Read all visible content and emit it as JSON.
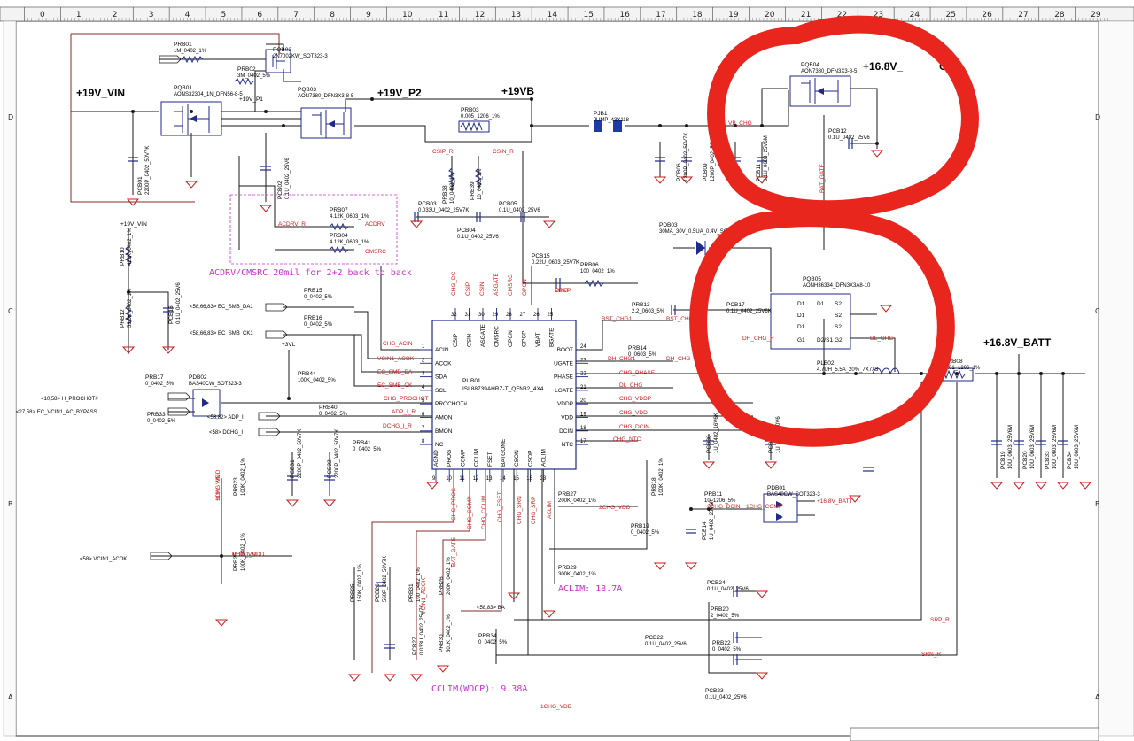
{
  "ruler": {
    "columns": [
      "0",
      "1",
      "2",
      "3",
      "4",
      "5",
      "6",
      "7",
      "8",
      "9",
      "10",
      "11",
      "12",
      "13",
      "14",
      "15",
      "16",
      "17",
      "18",
      "19",
      "20",
      "21",
      "22",
      "23",
      "24",
      "25",
      "26",
      "27",
      "28",
      "29"
    ],
    "rows": [
      "D",
      "C",
      "B",
      "A"
    ]
  },
  "nets": {
    "vin": "+19V_VIN",
    "p2": "+19V_P2",
    "vb": "+19VB",
    "chg": "+16.8V_",
    "chg_tail": "CHG",
    "batt": "+16.8V_BATT",
    "p1": "+19V_P1",
    "vin_small": "+19V_VIN",
    "v3vl": "+3VL"
  },
  "annotations": {
    "acdrv_note": "ACDRV/CMSRC 20mil for 2+2 back to back",
    "aclim": "ACLIM: 18.7A",
    "cclim": "CCLIM(WOCP): 9.38A"
  },
  "ic": {
    "ref": "PUB01",
    "part": "ISL88739AHRZ-T_QFN32_4X4",
    "left_pins": [
      {
        "num": "1",
        "name": "ACIN"
      },
      {
        "num": "2",
        "name": "ACOK"
      },
      {
        "num": "3",
        "name": "SDA"
      },
      {
        "num": "4",
        "name": "SCL"
      },
      {
        "num": "5",
        "name": "PROCHOT#"
      },
      {
        "num": "6",
        "name": "AMON"
      },
      {
        "num": "7",
        "name": "BMON"
      },
      {
        "num": "8",
        "name": "NC"
      }
    ],
    "right_pins": [
      {
        "num": "24",
        "name": "BOOT"
      },
      {
        "num": "23",
        "name": "UGATE"
      },
      {
        "num": "22",
        "name": "PHASE"
      },
      {
        "num": "21",
        "name": "LGATE"
      },
      {
        "num": "20",
        "name": "VDDP"
      },
      {
        "num": "19",
        "name": "VDD"
      },
      {
        "num": "18",
        "name": "DCIN"
      },
      {
        "num": "17",
        "name": "NTC"
      }
    ],
    "top_pins": [
      {
        "num": "32",
        "name": "CSIP"
      },
      {
        "num": "31",
        "name": "CSIN"
      },
      {
        "num": "30",
        "name": "ASGATE"
      },
      {
        "num": "29",
        "name": "CMSRC"
      },
      {
        "num": "28",
        "name": "OPCN"
      },
      {
        "num": "27",
        "name": "OPCP"
      },
      {
        "num": "26",
        "name": "VBAT"
      },
      {
        "num": "25",
        "name": "BGATE"
      }
    ],
    "bottom_pins": [
      {
        "num": "9",
        "name": "AGND"
      },
      {
        "num": "10",
        "name": "PROG"
      },
      {
        "num": "11",
        "name": "COMP"
      },
      {
        "num": "12",
        "name": "CCLIM"
      },
      {
        "num": "13",
        "name": "FSET"
      },
      {
        "num": "14",
        "name": "BATGONE"
      },
      {
        "num": "15",
        "name": "CSON"
      },
      {
        "num": "16",
        "name": "CSOP"
      },
      {
        "num": "33",
        "name": "ACLIM"
      }
    ]
  },
  "components": [
    {
      "ref": "PRB01",
      "value": "1M_0402_1%"
    },
    {
      "ref": "PQB02",
      "value": "2N7002KW_SOT323-3"
    },
    {
      "ref": "PRB02",
      "value": "3M_0402_5%"
    },
    {
      "ref": "PQB01",
      "value": "AONS32304_1N_DFN56-8-5"
    },
    {
      "ref": "PQB03",
      "value": "AON7380_DFN3X3-8-5"
    },
    {
      "ref": "PRB03",
      "value": "0.005_1206_1%"
    },
    {
      "ref": "PJB1",
      "value": "JUMP_43X118"
    },
    {
      "ref": "PQB04",
      "value": "AON7380_DFN3X3-8-5"
    },
    {
      "ref": "PCB12",
      "value": "0.1U_0402_25V6"
    },
    {
      "ref": "PCB01",
      "value": "2200P_0402_50V7K"
    },
    {
      "ref": "PCB02",
      "value": "0.1U_0402_25V6"
    },
    {
      "ref": "PRB07",
      "value": "4.12K_0603_1%"
    },
    {
      "ref": "PRB04",
      "value": "4.12K_0603_1%"
    },
    {
      "ref": "PRB38",
      "value": "10_0402_1%"
    },
    {
      "ref": "PRB39",
      "value": "10_0402_1%"
    },
    {
      "ref": "PCB03",
      "value": "0.033U_0402_25V7K"
    },
    {
      "ref": "PCB04",
      "value": "0.1U_0402_25V6"
    },
    {
      "ref": "PCB05",
      "value": "0.1U_0402_25V6"
    },
    {
      "ref": "PCB06",
      "value": "1200P_0402_50V7K"
    },
    {
      "ref": "PCB09",
      "value": "1200P_0402_50V7K"
    },
    {
      "ref": "PCB11",
      "value": "0.1U_0603_25V6M"
    },
    {
      "ref": "PDB03",
      "value": "30MA_30V_0.5UA_0.4V_SOD323"
    },
    {
      "ref": "PCB15",
      "value": "0.22U_0603_25V7K"
    },
    {
      "ref": "PRB06",
      "value": "100_0402_1%"
    },
    {
      "ref": "PRB10",
      "value": "422K_0402_1%"
    },
    {
      "ref": "PRB12",
      "value": "53.6K_0402_1%"
    },
    {
      "ref": "PCB16",
      "value": "0.1U_0402_25V6"
    },
    {
      "ref": "PRB15",
      "value": "0_0402_5%"
    },
    {
      "ref": "PRB16",
      "value": "0_0402_5%"
    },
    {
      "ref": "PRB44",
      "value": "100K_0402_5%"
    },
    {
      "ref": "PRB17",
      "value": "0_0402_5%"
    },
    {
      "ref": "PDB02",
      "value": "BAS40CW_SOT323-3"
    },
    {
      "ref": "PRB33",
      "value": "0_0402_5%"
    },
    {
      "ref": "PRB40",
      "value": "0_0402_5%"
    },
    {
      "ref": "PRB41",
      "value": "0_0402_5%"
    },
    {
      "ref": "PQB05",
      "value": "AONH36334_DFN3X3A8-10"
    },
    {
      "ref": "PRB13",
      "value": "2.2_0603_5%"
    },
    {
      "ref": "PRB14",
      "value": "0_0603_5%"
    },
    {
      "ref": "PCB17",
      "value": "0.1U_0402_25V6K"
    },
    {
      "ref": "PLB02",
      "value": "4.7UH_5.5A_20%_7X7X3"
    },
    {
      "ref": "PRB08",
      "value": "0.01_1206_1%"
    },
    {
      "ref": "PCB31",
      "value": "2200P_0402_50V7K"
    },
    {
      "ref": "PCB32",
      "value": "2200P_0402_50V7K"
    },
    {
      "ref": "PCB30",
      "value": "1U_0402_16V6K"
    },
    {
      "ref": "PCB29",
      "value": "1U_0402_10V6"
    },
    {
      "ref": "PCB19",
      "value": "10U_0603_25V6M"
    },
    {
      "ref": "PCB20",
      "value": "10U_0603_25V6M"
    },
    {
      "ref": "PCB33",
      "value": "10U_0603_25V6M"
    },
    {
      "ref": "PCB34",
      "value": "10U_0603_25V6M"
    },
    {
      "ref": "PRB27",
      "value": "200K_0402_1%"
    },
    {
      "ref": "PRB18",
      "value": "100K_0402_1%"
    },
    {
      "ref": "PRB19",
      "value": "0_0402_5%"
    },
    {
      "ref": "PRB11",
      "value": "10_1206_5%"
    },
    {
      "ref": "PCB14",
      "value": "1U_0402_25V6K"
    },
    {
      "ref": "PDB01",
      "value": "BAS40CW_SOT323-3"
    },
    {
      "ref": "PRB23",
      "value": "100K_0402_1%"
    },
    {
      "ref": "PRB25",
      "value": "100K_0402_1%"
    },
    {
      "ref": "PRB29",
      "value": "300K_0402_1%"
    },
    {
      "ref": "PRB35",
      "value": "150K_0402_1%"
    },
    {
      "ref": "PCB26",
      "value": "560P_0402_50V7K"
    },
    {
      "ref": "PRB31",
      "value": "100_0402_1%"
    },
    {
      "ref": "PCB27",
      "value": "0.033U_0402_25V7K"
    },
    {
      "ref": "PRB26",
      "value": "200K_0402_1%"
    },
    {
      "ref": "PRB30",
      "value": "301K_0402_1%"
    },
    {
      "ref": "PRB34",
      "value": "0_0402_5%"
    },
    {
      "ref": "PCB24",
      "value": "0.1U_0402_25V6"
    },
    {
      "ref": "PRB20",
      "value": "2_0402_5%"
    },
    {
      "ref": "PCB22",
      "value": "0.1U_0402_25V6"
    },
    {
      "ref": "PRB22",
      "value": "0_0402_5%"
    },
    {
      "ref": "PCB23",
      "value": "0.1U_0402_25V6"
    }
  ],
  "offpage": [
    "<58,66,83> EC_SMB_DA1",
    "<58,66,83> EC_SMB_CK1",
    "<10,58> H_PROCHOT#",
    "<27,58> EC_VCIN1_AC_BYPASS",
    "<58,82> ADP_I",
    "<58> DCHG_I",
    "<58> VCIN1_ACOK",
    "<58,83> BA"
  ],
  "signals": [
    "CSIP_R",
    "CSIN_R",
    "ACDRV_R",
    "ACDRV",
    "CMSRC",
    "VB_CHG",
    "BAT_GATE",
    "CHG_ACIN",
    "VCIN1_ACOK",
    "EC_SMB_DA",
    "EC_SMB_CK",
    "CHG_PROCHOT",
    "ADP_I_R",
    "DCHG_I_R",
    "BST_CHG1",
    "BST_CHG",
    "DH_CHG1",
    "DH_CHG",
    "CHG_PHASE",
    "DL_CHG",
    "CHG_VDDP",
    "CHG_VDD",
    "CHG_DCIN",
    "CHG_NTC",
    "DH_CHG_R",
    "DL_CHG",
    "CHG_PROG",
    "CHG_COMP",
    "CHG_CCLIM",
    "CHG_FSET",
    "CHG_SRN",
    "CHG_SRP",
    "ACLIM",
    "2CHG_VDD",
    "2CHG_DCIN",
    "SRP_R",
    "SRN_R",
    "1CHG_VDD",
    "CHG_VDD",
    "+16.8V_BATT",
    "+19V_VIN",
    "VCIN1_VDD",
    "VCIN1_ACOK",
    "1CHG_COMP",
    "CHG_DC",
    "CSIP",
    "CSIN",
    "ASGATE",
    "CMSRC",
    "OPCN",
    "OPCP",
    "VBAT",
    "BAT_GATE",
    "1CHG_VDD"
  ],
  "colors": {
    "wire": "#1a1a1a",
    "component": "#1f2a8a",
    "signal": "#cc1d1d",
    "note": "#d12ed1",
    "markup": "#e8261e"
  }
}
